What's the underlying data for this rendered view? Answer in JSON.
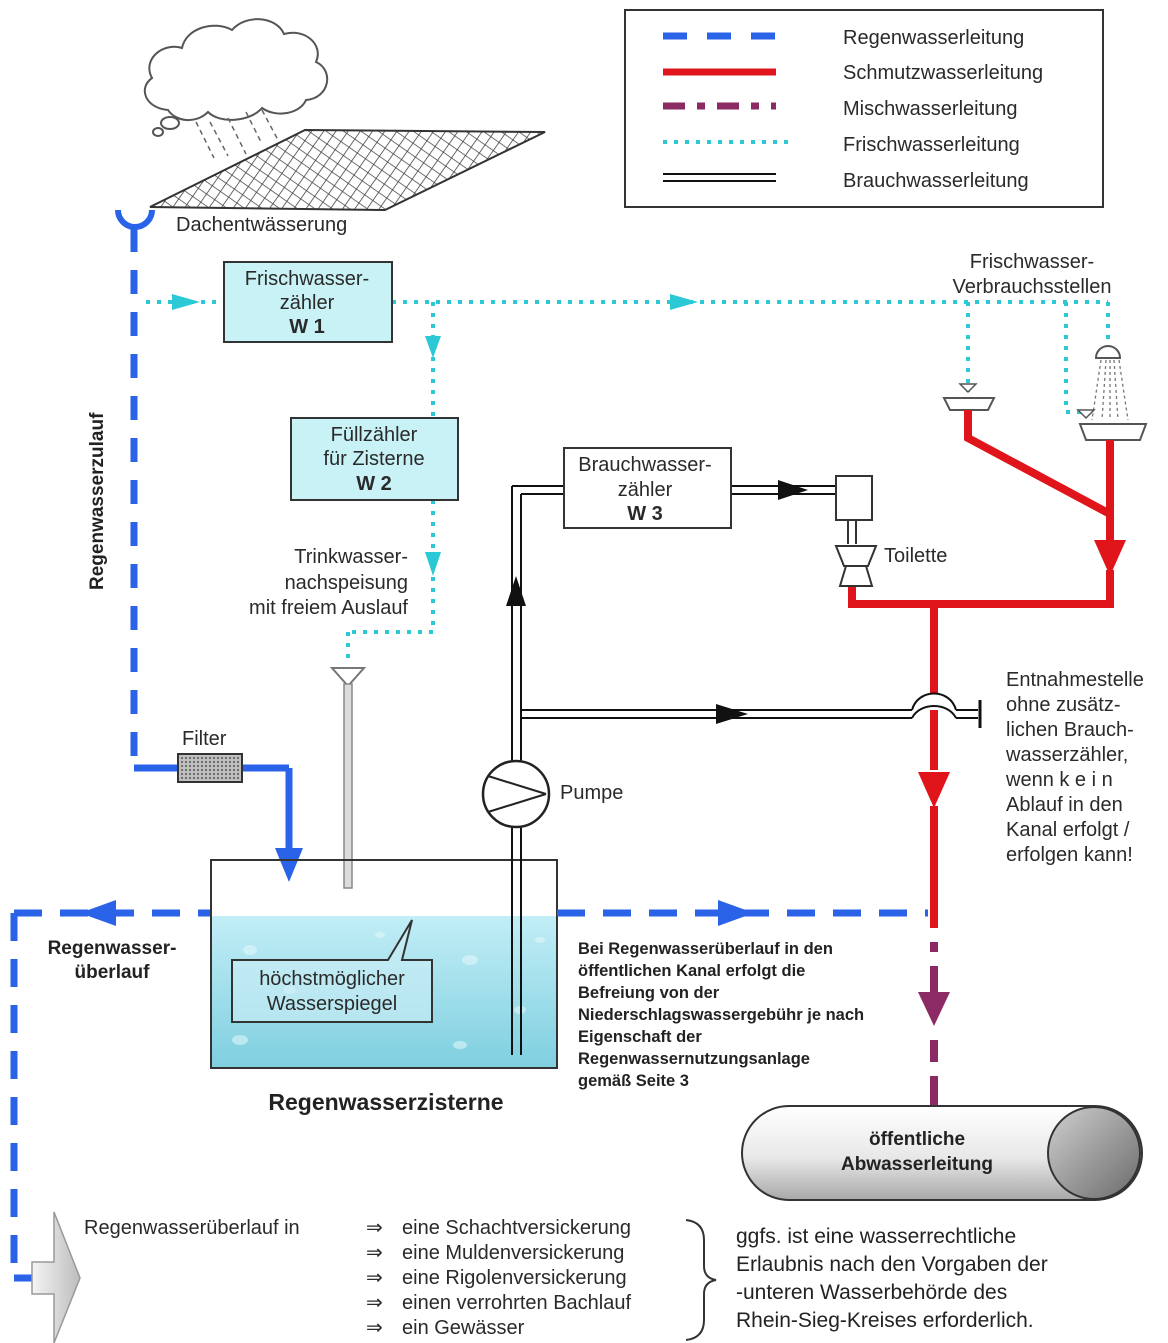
{
  "legend": {
    "items": [
      {
        "label": "Regenwasserleitung",
        "color": "#2a62e8",
        "style": "dashed"
      },
      {
        "label": "Schmutzwasserleitung",
        "color": "#e0141b",
        "style": "solid"
      },
      {
        "label": "Mischwasserleitung",
        "color": "#8b2a63",
        "style": "dash-dot"
      },
      {
        "label": "Frischwasserleitung",
        "color": "#2bc8d6",
        "style": "dotted"
      },
      {
        "label": "Brauchwasserleitung",
        "color": "#111111",
        "style": "double"
      }
    ]
  },
  "labels": {
    "dach": "Dachentwässerung",
    "regenzulauf": "Regenwasserzulauf",
    "fw_line1": "Frischwasser-",
    "fw_line2": "zähler",
    "fw_line3": "W 1",
    "fz_line1": "Füllzähler",
    "fz_line2": "für Zisterne",
    "fz_line3": "W 2",
    "tw_line1": "Trinkwasser-",
    "tw_line2": "nachspeisung",
    "tw_line3": "mit freiem Auslauf",
    "bw_line1": "Brauchwasser-",
    "bw_line2": "zähler",
    "bw_line3": "W 3",
    "vs_line1": "Frischwasser-",
    "vs_line2": "Verbrauchsstellen",
    "toilette": "Toilette",
    "filter": "Filter",
    "pumpe": "Pumpe",
    "ueberlauf_line1": "Regenwasser-",
    "ueberlauf_line2": "überlauf",
    "spiegel_line1": "höchstmöglicher",
    "spiegel_line2": "Wasserspiegel",
    "zisterne": "Regenwasserzisterne",
    "entnahme": [
      "Entnahmestelle",
      "ohne zusätz-",
      "lichen Brauch-",
      "wasserzähler,",
      "wenn k e i n",
      "Ablauf in den",
      "Kanal erfolgt /",
      "erfolgen kann!"
    ],
    "befreiung": [
      "Bei Regenwasserüberlauf in den",
      "öffentlichen Kanal erfolgt die",
      "Befreiung von der",
      "Niederschlagswassergebühr je nach",
      "Eigenschaft der",
      "Regenwassernutzungsanlage",
      "gemäß Seite 3"
    ],
    "abwasser_line1": "öffentliche",
    "abwasser_line2": "Abwasserleitung",
    "overflow_in": "Regenwasserüberlauf in",
    "overflow_options": [
      "eine Schachtversickerung",
      "eine Muldenversickerung",
      "eine Rigolenversickerung",
      "einen verrohrten Bachlauf",
      "ein Gewässer"
    ],
    "erlaubnis": [
      "ggfs. ist eine wasserrechtliche",
      "Erlaubnis nach den Vorgaben der",
      "-unteren Wasserbehörde des",
      "Rhein-Sieg-Kreises erforderlich."
    ],
    "arrow_glyph": "⇒"
  }
}
